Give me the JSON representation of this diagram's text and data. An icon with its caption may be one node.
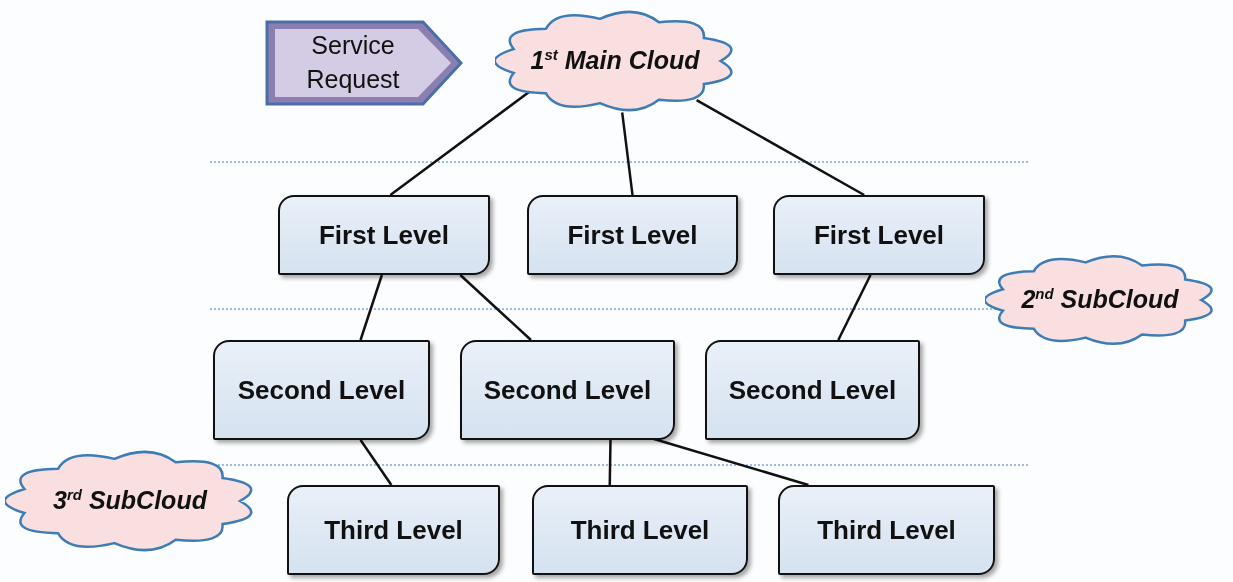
{
  "diagram": {
    "nodes": [
      {
        "text": [
          "Service Request"
        ]
      },
      {
        "text": [
          "1$^{st}$ Main Cloud"
        ]
      },
      {
        "text": [
          "First Level"
        ]
      },
      {
        "text": [
          "First Level"
        ]
      },
      {
        "text": [
          "First Level"
        ]
      },
      {
        "text": [
          "2$^{nd}$ SubCloud"
        ]
      },
      {
        "text": [
          "Second Level"
        ]
      },
      {
        "text": [
          "Second Level"
        ]
      },
      {
        "text": [
          "Second Level"
        ]
      },
      {
        "text": [
          "3$^{rd}$ SubCloud"
        ]
      },
      {
        "text": [
          "Third Level"
        ]
      },
      {
        "text": [
          "Third Level"
        ]
      },
      {
        "text": [
          "Third Level"
        ]
      }
    ],
    "edges": [
      {
        "from": 1,
        "to": 2,
        "arrow": "none"
      },
      {
        "from": 1,
        "to": 3,
        "arrow": "none"
      },
      {
        "from": 1,
        "to": 4,
        "arrow": "none"
      },
      {
        "from": 2,
        "to": 6,
        "arrow": "none"
      },
      {
        "from": 2,
        "to": 7,
        "arrow": "none"
      },
      {
        "from": 4,
        "to": 8,
        "arrow": "none"
      },
      {
        "from": 6,
        "to": 10,
        "arrow": "none"
      },
      {
        "from": 7,
        "to": 11,
        "arrow": "none"
      },
      {
        "from": 7,
        "to": 12,
        "arrow": "none"
      }
    ]
  }
}
